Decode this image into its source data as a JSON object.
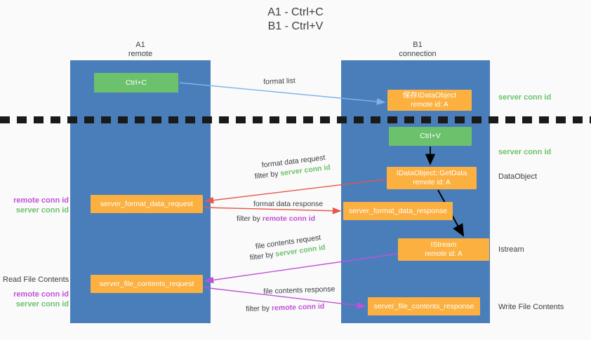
{
  "title": "A1 - Ctrl+C\nB1 - Ctrl+V",
  "lanes": {
    "left": {
      "name": "A1",
      "role": "remote",
      "header": "A1\nremote"
    },
    "right": {
      "name": "B1",
      "role": "connection",
      "header": "B1\nconnection"
    }
  },
  "colors": {
    "lane": "#4a7ebb",
    "green_box": "#6cc16c",
    "orange_box": "#fbb040",
    "green_text": "#6cc16c",
    "purple_text": "#c050d8",
    "red_arrow": "#e8564a",
    "magenta_arrow": "#c050d8",
    "blue_arrow": "#7fb3e8",
    "black_arrow": "#000000",
    "background": "#fafafa"
  },
  "nodes": {
    "ctrl_c": {
      "label": "Ctrl+C",
      "sub": "",
      "type": "green"
    },
    "save_dataobject": {
      "label": "保存IDataObject",
      "sub": "remote id: A",
      "type": "orange"
    },
    "ctrl_v": {
      "label": "Ctrl+V",
      "sub": "",
      "type": "green"
    },
    "getdata": {
      "label": "IDataObject::GetData",
      "sub": "remote id: A",
      "type": "orange"
    },
    "server_format_data_request": {
      "label": "server_format_data_request",
      "sub": "",
      "type": "orange"
    },
    "server_format_data_response": {
      "label": "server_format_data_response",
      "sub": "",
      "type": "orange"
    },
    "istream": {
      "label": "IStream",
      "sub": "remote id: A",
      "type": "orange"
    },
    "server_file_contents_request": {
      "label": "server_file_contents_request",
      "sub": "",
      "type": "orange"
    },
    "server_file_contents_response": {
      "label": "server_file_contents_response",
      "sub": "",
      "type": "orange"
    }
  },
  "right_captions": {
    "conn_id_1": "server conn id",
    "conn_id_2": "server conn id",
    "dataobject": "DataObject",
    "istream": "Istream",
    "write_file_contents": "Write File Contents"
  },
  "left_captions": {
    "remote_conn_id": "remote conn id",
    "server_conn_id": "server conn id",
    "read_file_contents": "Read File Contents",
    "remote_conn_id_2": "remote conn id",
    "server_conn_id_2": "server conn id"
  },
  "edge_labels": {
    "format_list": "format list",
    "format_data_request": "format data request",
    "format_data_request_filter_prefix": "filter by ",
    "format_data_request_filter_key": "server conn id",
    "format_data_response": "format data response",
    "format_data_response_filter_prefix": "filter by ",
    "format_data_response_filter_key": "remote conn id",
    "file_contents_request": "file contents request",
    "file_contents_request_filter_prefix": "filter by ",
    "file_contents_request_filter_key": "server conn id",
    "file_contents_response": "file contents response",
    "file_contents_response_filter_prefix": "filter by ",
    "file_contents_response_filter_key": "remote conn id"
  }
}
